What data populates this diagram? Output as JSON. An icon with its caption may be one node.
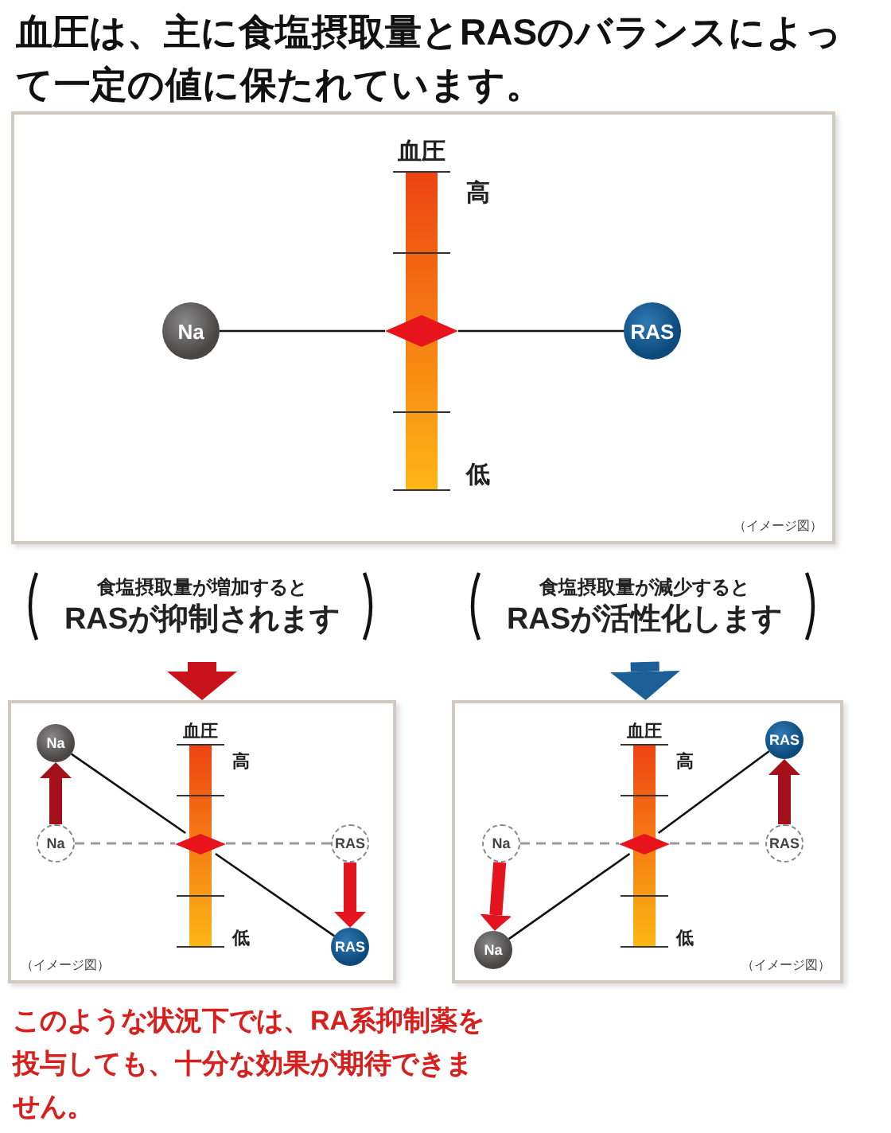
{
  "diagram": {
    "title": "血圧は、主に食塩摂取量とRASのバランスによって一定の値に保たれています。",
    "caption": "このような状況下では、RA系抑制薬を投与しても、十分な効果が期待できません。",
    "nodes": [
      {
        "text": [
          "（イメージ図）"
        ]
      },
      {
        "text": [
          "Na"
        ],
        "in": 0
      },
      {
        "text": [],
        "shape": "diamond",
        "in": 0
      },
      {
        "text": [
          "RAS"
        ],
        "in": 0
      },
      {
        "text": [
          "食塩摂取量が増加すると",
          "RASが抑制されます"
        ]
      },
      {
        "text": [
          "食塩摂取量が減少すると",
          "RASが活性化します"
        ]
      },
      {
        "text": [
          "（イメージ図）"
        ]
      },
      {
        "text": [
          "Na"
        ],
        "in": 6
      },
      {
        "text": [
          "Na"
        ],
        "in": 6
      },
      {
        "text": [],
        "shape": "diamond",
        "in": 6
      },
      {
        "text": [
          "RAS"
        ],
        "in": 6
      },
      {
        "text": [
          "RAS"
        ],
        "in": 6
      },
      {
        "text": [
          "（イメージ図）"
        ]
      },
      {
        "text": [
          "RAS"
        ],
        "in": 12
      },
      {
        "text": [
          "Na"
        ],
        "in": 12
      },
      {
        "text": [],
        "shape": "diamond",
        "in": 12
      },
      {
        "text": [
          "RAS"
        ],
        "in": 12
      },
      {
        "text": [
          "Na"
        ],
        "in": 12
      }
    ],
    "edges": [
      {
        "from": 1,
        "to": 2,
        "arrow": "none"
      },
      {
        "from": 2,
        "to": 3,
        "arrow": "none"
      },
      {
        "from": 4,
        "to": 6,
        "arrow": "to",
        "style": "thick",
        "color": "#c8111a"
      },
      {
        "from": 5,
        "to": 12,
        "arrow": "to",
        "style": "thick",
        "color": "#1b5f96"
      },
      {
        "from": 8,
        "to": 9,
        "arrow": "none",
        "style": "dashed",
        "color": "#9a9a9a"
      },
      {
        "from": 9,
        "to": 10,
        "arrow": "none",
        "style": "dashed",
        "color": "#9a9a9a"
      },
      {
        "from": 7,
        "to": 9,
        "arrow": "none"
      },
      {
        "from": 9,
        "to": 11,
        "arrow": "none"
      },
      {
        "from": 8,
        "to": 7,
        "arrow": "to",
        "style": "thick",
        "color": "#a3101a"
      },
      {
        "from": 10,
        "to": 11,
        "arrow": "to",
        "style": "thick",
        "color": "#e3141d"
      },
      {
        "from": 14,
        "to": 15,
        "arrow": "none",
        "style": "dashed",
        "color": "#9a9a9a"
      },
      {
        "from": 15,
        "to": 16,
        "arrow": "none",
        "style": "dashed",
        "color": "#9a9a9a"
      },
      {
        "from": 13,
        "to": 15,
        "arrow": "none"
      },
      {
        "from": 15,
        "to": 17,
        "arrow": "none"
      },
      {
        "from": 16,
        "to": 13,
        "arrow": "to",
        "style": "thick",
        "color": "#a3101a"
      },
      {
        "from": 14,
        "to": 17,
        "arrow": "to",
        "style": "thick",
        "color": "#e3141d"
      }
    ],
    "labels": [
      "血圧",
      "高",
      "低",
      "血圧",
      "高",
      "低",
      "血圧",
      "高",
      "低"
    ]
  }
}
